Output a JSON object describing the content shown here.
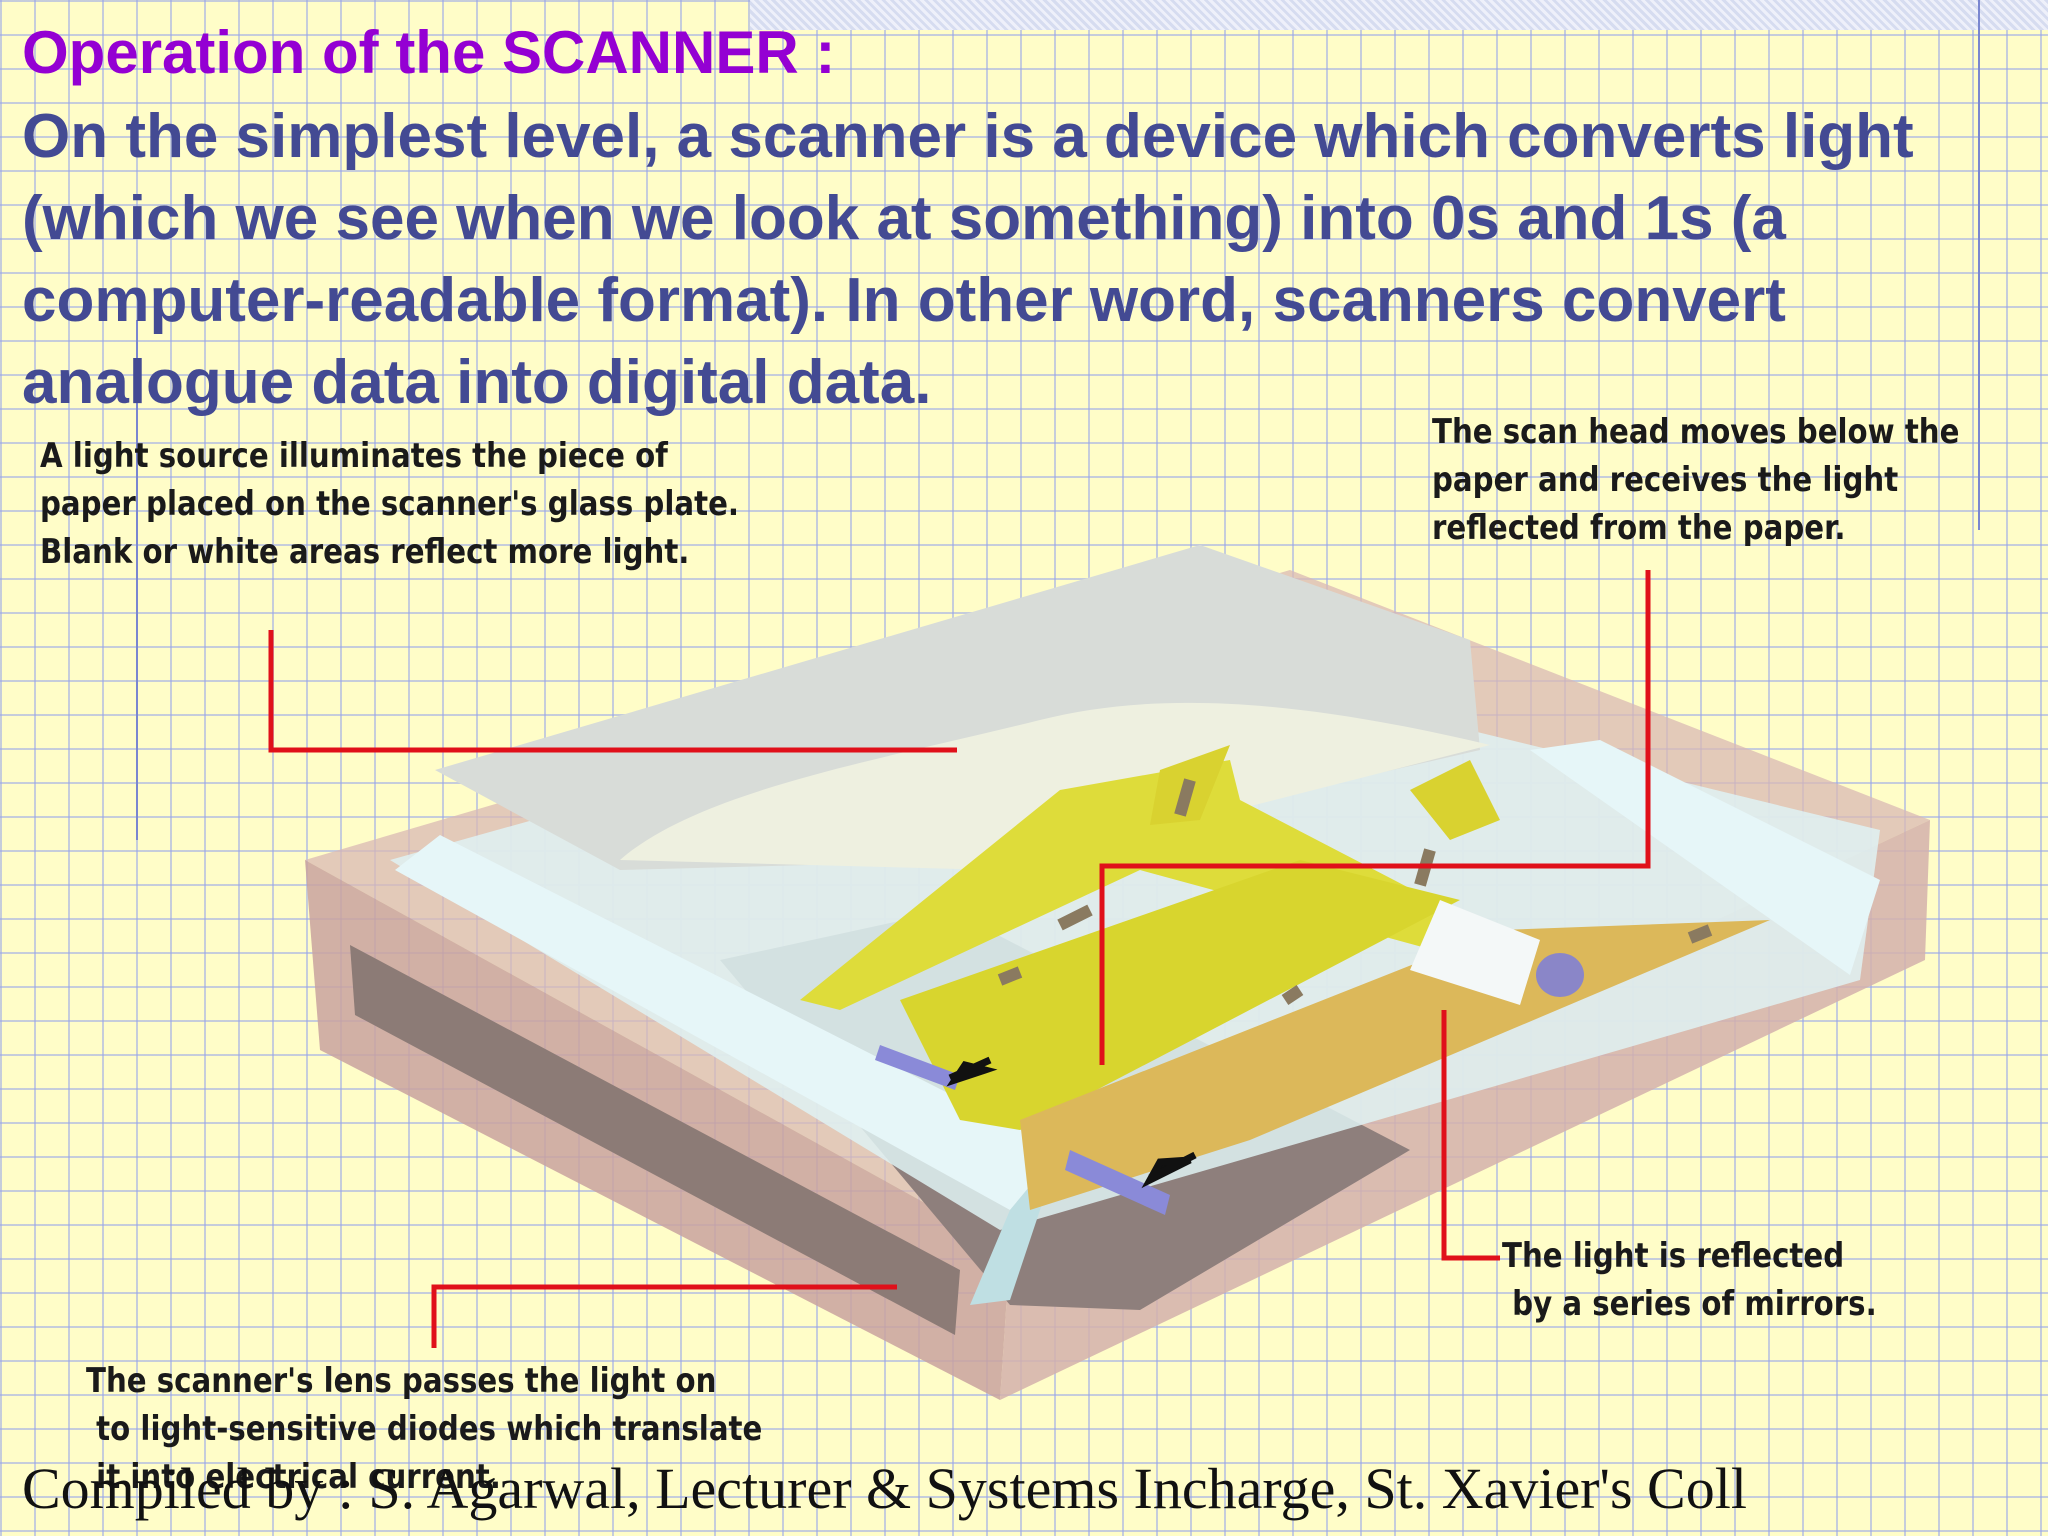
{
  "slide": {
    "title": "Operation of the SCANNER :",
    "intro": "On the simplest level, a scanner is a device which converts light (which we see when we look at something) into 0s and 1s (a computer-readable format). In other word, scanners convert analogue data into digital data."
  },
  "callouts": {
    "light_source": "A light source illuminates the piece of\npaper placed on the scanner's glass plate.\nBlank or white areas reflect more light.",
    "scan_head": "The scan head moves below the\npaper and receives the light\nreflected from the paper.",
    "mirrors": "The light is reflected\n by a series of mirrors.",
    "lens": "The scanner's lens passes the light on\n to light-sensitive diodes which translate\n it into electrical current."
  },
  "footer": {
    "credit": "Compiled by : S. Agarwal, Lecturer & Systems Incharge, St. Xavier's Coll"
  },
  "colors": {
    "title": "#9400d3",
    "body_text": "#434a93",
    "leader_line": "#e0101a",
    "background": "#fffdc8",
    "grid": "#96a5eb"
  }
}
